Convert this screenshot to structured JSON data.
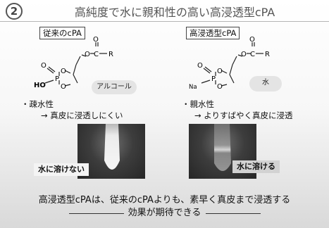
{
  "slide": {
    "number_glyph": "2",
    "title": "高純度で水に親和性の高い高浸透型cPA"
  },
  "left": {
    "box_label": "従来のcPA",
    "salt_label": "HO",
    "pill_label": "アルコール",
    "property": "疎水性",
    "effect": "→ 真皮に浸透しにくい",
    "photo_caption": "水に溶けない"
  },
  "right": {
    "box_label": "高浸透型cPA",
    "salt_label": "Na",
    "pill_label": "水",
    "property": "親水性",
    "effect": "→ よりすばやく真皮に浸透",
    "photo_caption": "水に溶ける"
  },
  "bullet_mark": "・",
  "molecule": {
    "carbonyl_o": "O",
    "r_group": "R",
    "atom_o": "O",
    "atom_p": "P"
  },
  "footer": {
    "line1": "高浸透型cPAは、従来のcPAよりも、素早く真皮まで浸透する",
    "line2": "効果が期待できる"
  }
}
